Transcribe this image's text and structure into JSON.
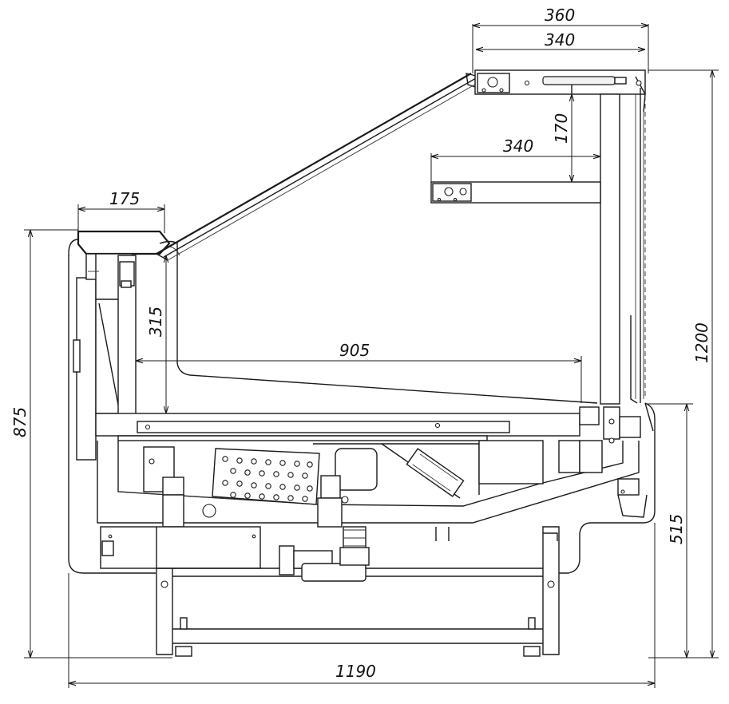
{
  "drawing": {
    "dimensions": {
      "top_width_outer": "360",
      "top_width_inner": "340",
      "shelf_height": "170",
      "shelf_depth": "340",
      "top_ledge": "175",
      "rear_height": "315",
      "deck_depth": "905",
      "overall_height": "1200",
      "counter_height": "875",
      "base_height": "515",
      "overall_depth": "1190"
    }
  }
}
